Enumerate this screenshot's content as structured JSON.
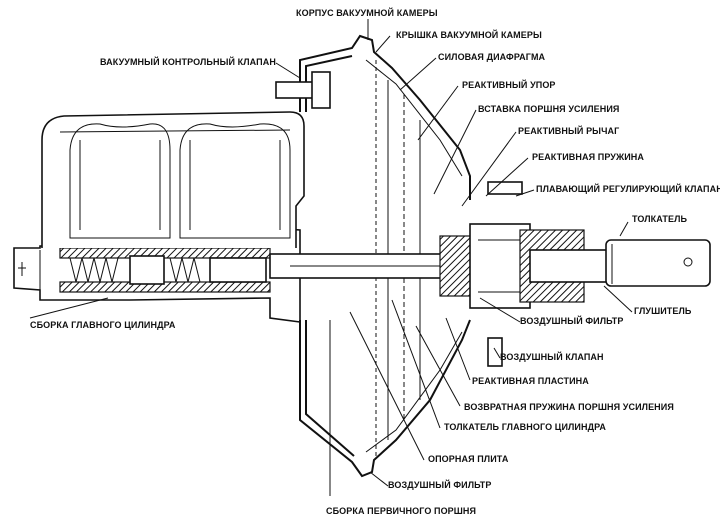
{
  "labels": {
    "chamber_body": "КОРПУС ВАКУУМНОЙ КАМЕРЫ",
    "chamber_cover": "КРЫШКА ВАКУУМНОЙ КАМЕРЫ",
    "power_diaphragm": "СИЛОВАЯ ДИАФРАГМА",
    "vacuum_check_valve": "ВАКУУМНЫЙ КОНТРОЛЬНЫЙ КЛАПАН",
    "reaction_stop": "РЕАКТИВНЫЙ УПОР",
    "power_piston_insert": "ВСТАВКА ПОРШНЯ УСИЛЕНИЯ",
    "reaction_lever": "РЕАКТИВНЫЙ РЫЧАГ",
    "reaction_spring": "РЕАКТИВНАЯ ПРУЖИНА",
    "floating_control_valve": "ПЛАВАЮЩИЙ РЕГУЛИРУЮЩИЙ КЛАПАН",
    "pushrod": "ТОЛКАТЕЛЬ",
    "master_cylinder_assembly": "СБОРКА ГЛАВНОГО ЦИЛИНДРА",
    "silencer": "ГЛУШИТЕЛЬ",
    "air_filter_upper": "ВОЗДУШНЫЙ ФИЛЬТР",
    "air_valve": "ВОЗДУШНЫЙ КЛАПАН",
    "reaction_plate": "РЕАКТИВНАЯ ПЛАСТИНА",
    "piston_return_spring": "ВОЗВРАТНАЯ ПРУЖИНА ПОРШНЯ УСИЛЕНИЯ",
    "master_cylinder_pushrod": "ТОЛКАТЕЛЬ ГЛАВНОГО ЦИЛИНДРА",
    "support_plate": "ОПОРНАЯ ПЛИТА",
    "air_filter_lower": "ВОЗДУШНЫЙ ФИЛЬТР",
    "primary_piston_assembly": "СБОРКА ПЕРВИЧНОГО ПОРШНЯ"
  }
}
